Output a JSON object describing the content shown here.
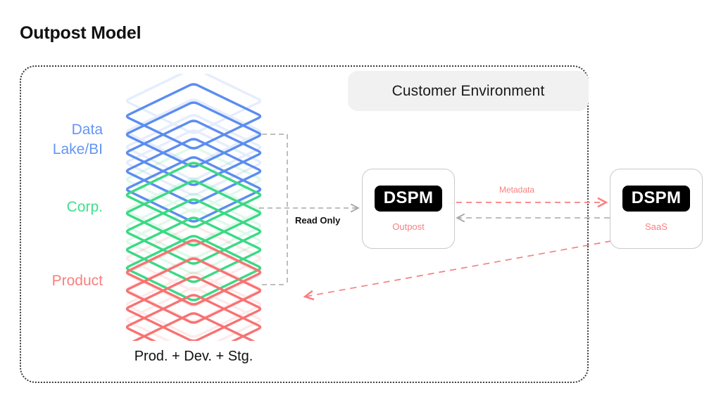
{
  "page": {
    "title": "Outpost Model",
    "background_color": "#ffffff"
  },
  "environment": {
    "banner_label": "Customer Environment",
    "banner_background": "#f1f1f1",
    "border_style": "dotted",
    "border_color": "#3a3a3a"
  },
  "stacks": [
    {
      "id": "data-lake-bi",
      "label": "Data\nLake/BI",
      "color": "#6495f5",
      "layers": 5
    },
    {
      "id": "corp",
      "label": "Corp.",
      "color": "#41e08b",
      "layers": 5
    },
    {
      "id": "product",
      "label": "Product",
      "color": "#fa7f7f",
      "layers": 5
    }
  ],
  "stack_caption": "Prod. + Dev. + Stg.",
  "connections": {
    "read_only_label": "Read Only",
    "metadata_label": "Metadata",
    "read_only_color": "#a8a8a8",
    "metadata_color": "#fa7f7f",
    "return_color": "#a8a8a8",
    "scan_color": "#fa7f7f"
  },
  "nodes": [
    {
      "id": "outpost",
      "badge": "DSPM",
      "sublabel": "Outpost",
      "badge_background": "#000000",
      "badge_text_color": "#ffffff",
      "sublabel_color": "#fa7f7f"
    },
    {
      "id": "saas",
      "badge": "DSPM",
      "sublabel": "SaaS",
      "badge_background": "#000000",
      "badge_text_color": "#ffffff",
      "sublabel_color": "#fa7f7f"
    }
  ]
}
